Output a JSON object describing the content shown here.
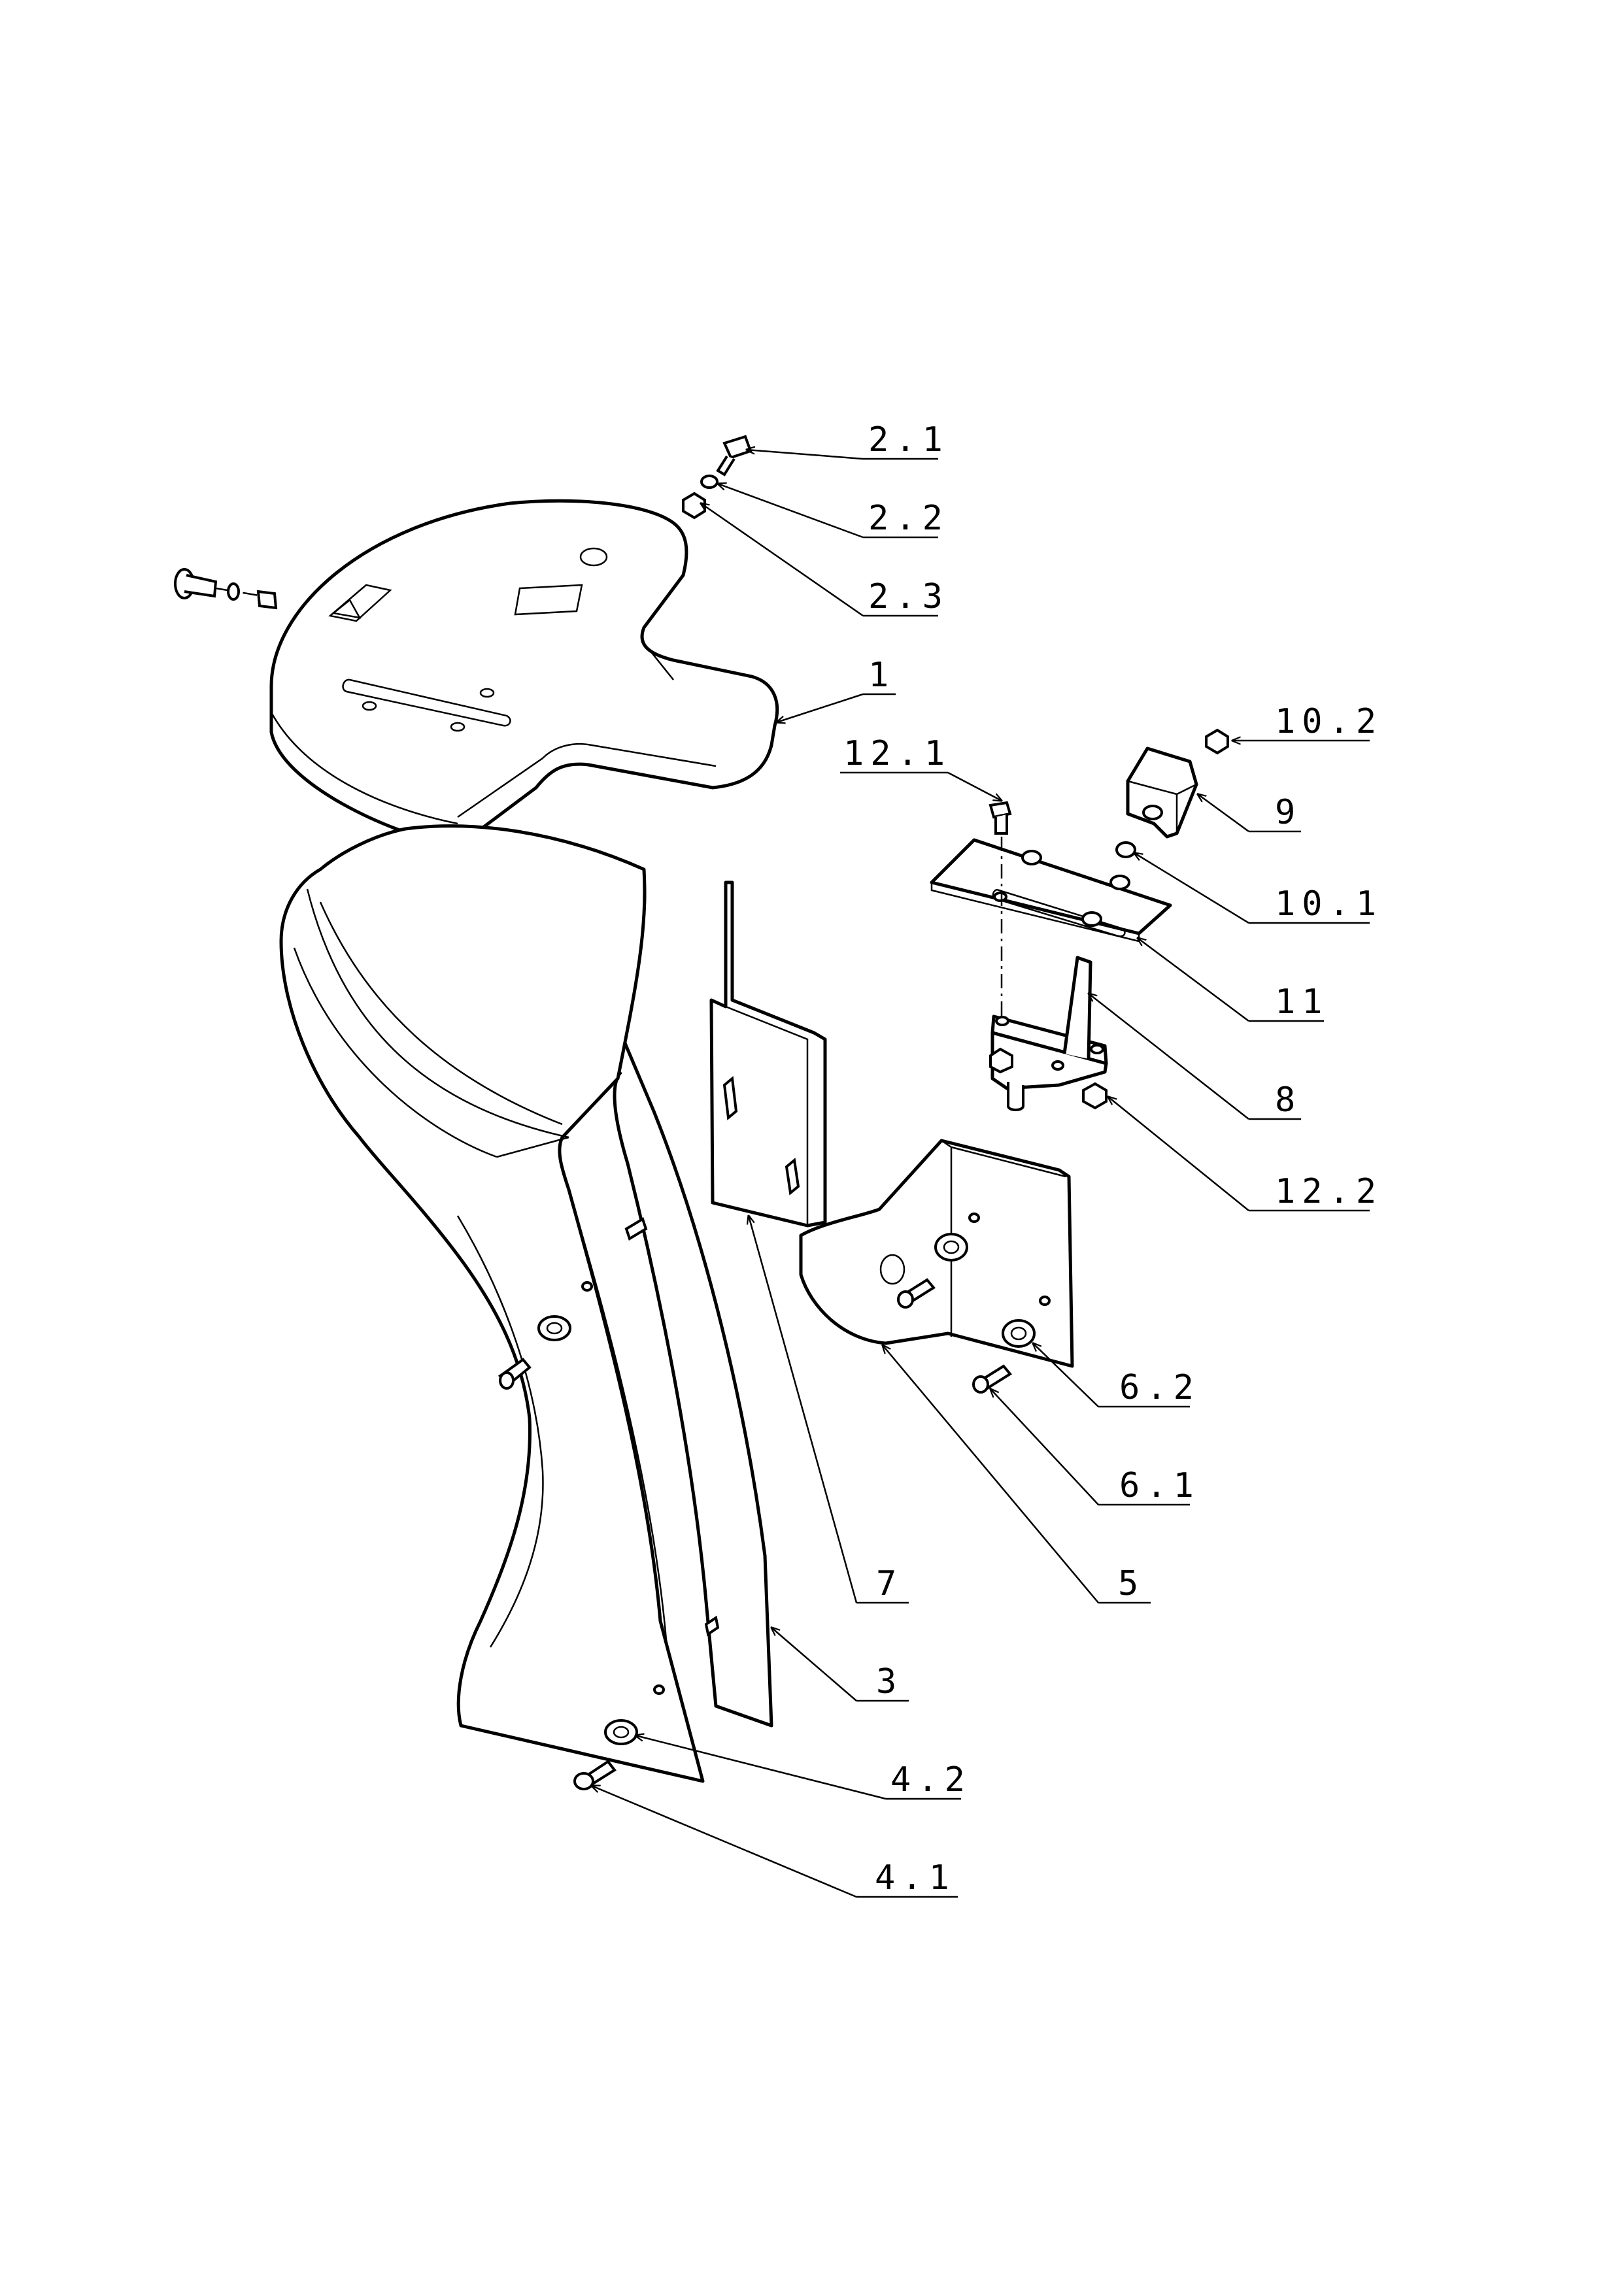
{
  "drawing": {
    "labels": [
      {
        "id": "l21",
        "text": "2.1"
      },
      {
        "id": "l22",
        "text": "2.2"
      },
      {
        "id": "l23",
        "text": "2.3"
      },
      {
        "id": "l1",
        "text": "1"
      },
      {
        "id": "l121",
        "text": "12.1"
      },
      {
        "id": "l102",
        "text": "10.2"
      },
      {
        "id": "l9",
        "text": "9"
      },
      {
        "id": "l101",
        "text": "10.1"
      },
      {
        "id": "l11",
        "text": "11"
      },
      {
        "id": "l8",
        "text": "8"
      },
      {
        "id": "l122",
        "text": "12.2"
      },
      {
        "id": "l62",
        "text": "6.2"
      },
      {
        "id": "l61",
        "text": "6.1"
      },
      {
        "id": "l7",
        "text": "7"
      },
      {
        "id": "l5",
        "text": "5"
      },
      {
        "id": "l3",
        "text": "3"
      },
      {
        "id": "l42",
        "text": "4.2"
      },
      {
        "id": "l41",
        "text": "4.1"
      }
    ]
  }
}
